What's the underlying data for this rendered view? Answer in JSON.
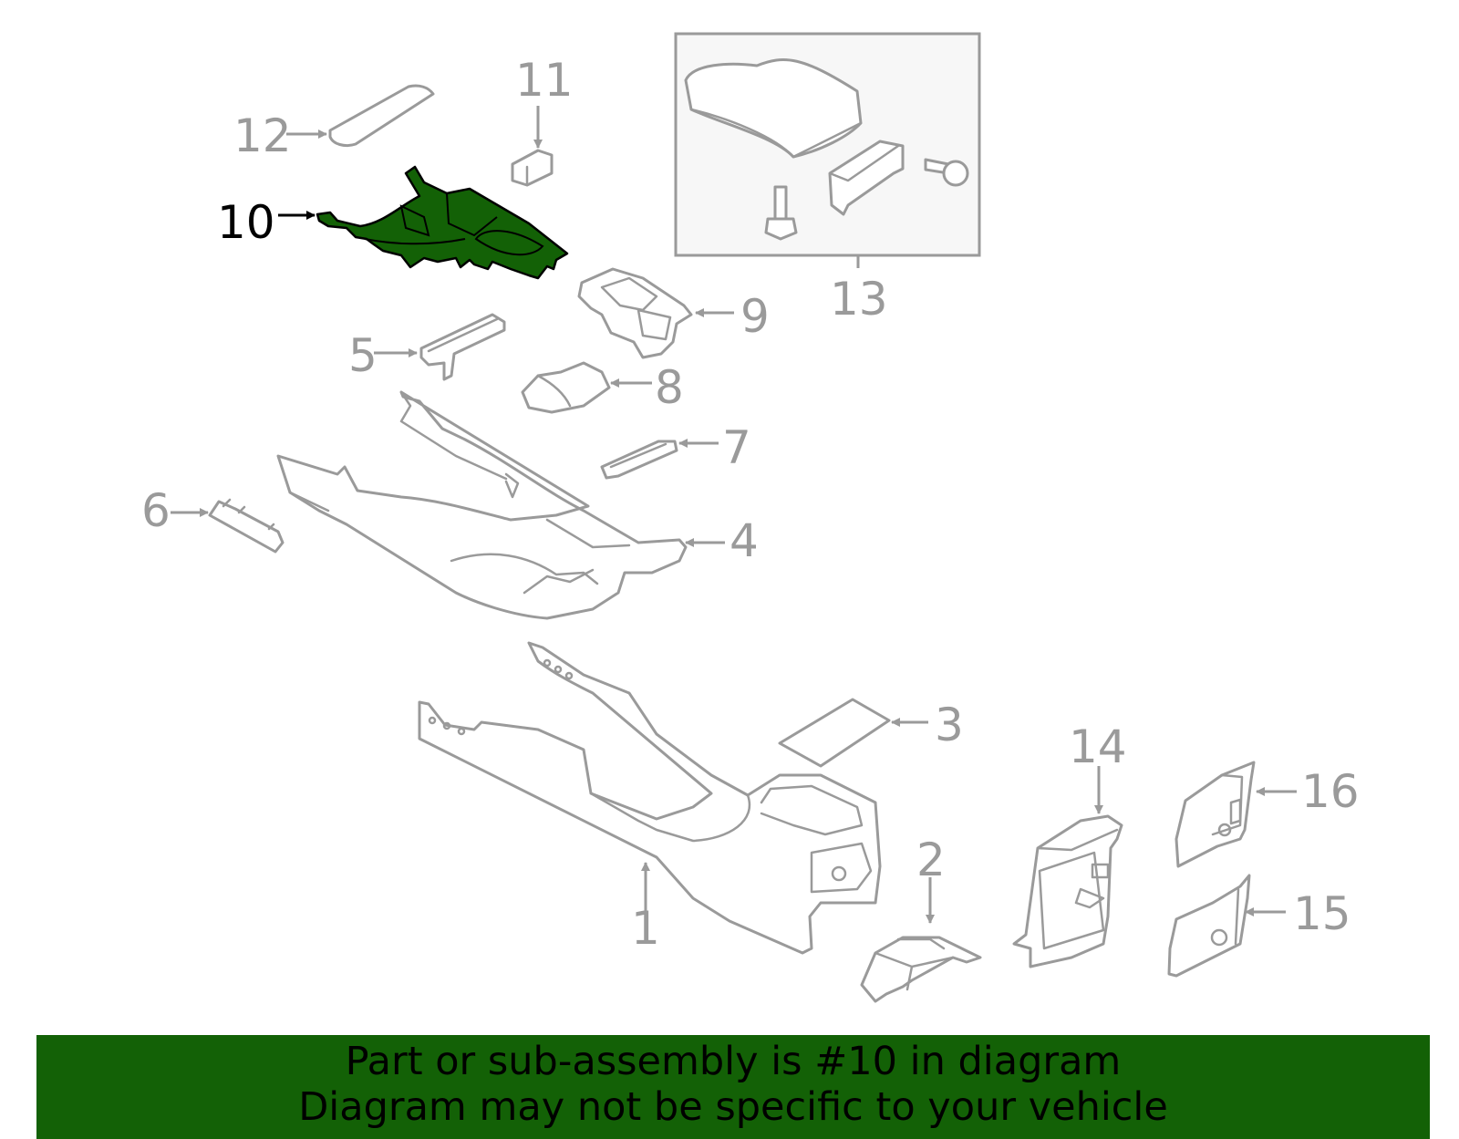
{
  "diagram": {
    "highlight_color": "#136106",
    "line_color": "#9a9a9a",
    "selected_part": "10",
    "callouts": {
      "p1": "1",
      "p2": "2",
      "p3": "3",
      "p4": "4",
      "p5": "5",
      "p6": "6",
      "p7": "7",
      "p8": "8",
      "p9": "9",
      "p10": "10",
      "p11": "11",
      "p12": "12",
      "p13": "13",
      "p14": "14",
      "p15": "15",
      "p16": "16"
    }
  },
  "banner": {
    "line1": "Part or sub-assembly is #10 in diagram",
    "line2": "Diagram may not be specific to your vehicle",
    "background": "#136106"
  }
}
